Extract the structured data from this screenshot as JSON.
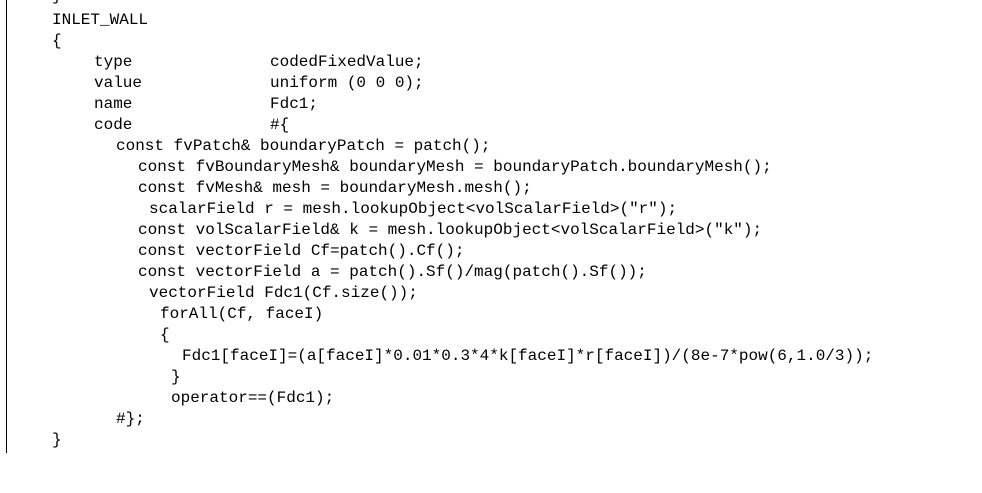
{
  "lines": [
    {
      "id": "l0",
      "text": "}"
    },
    {
      "id": "l1",
      "text": "INLET_WALL"
    },
    {
      "id": "l2",
      "text": "{"
    },
    {
      "id": "l3",
      "key": "type",
      "value": "codedFixedValue;"
    },
    {
      "id": "l4",
      "key": "value",
      "value": "uniform (0 0 0);"
    },
    {
      "id": "l5",
      "key": "name",
      "value": "Fdc1;"
    },
    {
      "id": "l6",
      "key": "code",
      "value": "#{"
    },
    {
      "id": "l7",
      "text": "const fvPatch& boundaryPatch = patch();"
    },
    {
      "id": "l8",
      "text": "const fvBoundaryMesh& boundaryMesh = boundaryPatch.boundaryMesh();"
    },
    {
      "id": "l9",
      "text": "const fvMesh& mesh = boundaryMesh.mesh();"
    },
    {
      "id": "l10",
      "text": "scalarField r = mesh.lookupObject<volScalarField>(\"r\");"
    },
    {
      "id": "l11",
      "text": "const volScalarField& k = mesh.lookupObject<volScalarField>(\"k\");"
    },
    {
      "id": "l12",
      "text": "const vectorField Cf=patch().Cf();"
    },
    {
      "id": "l13",
      "text": "const vectorField a = patch().Sf()/mag(patch().Sf());"
    },
    {
      "id": "l14",
      "text": "vectorField Fdc1(Cf.size());"
    },
    {
      "id": "l15",
      "text": "forAll(Cf, faceI)"
    },
    {
      "id": "l16",
      "text": "{"
    },
    {
      "id": "l17",
      "text": "Fdc1[faceI]=(a[faceI]*0.01*0.3*4*k[faceI]*r[faceI])/(8e-7*pow(6,1.0/3));"
    },
    {
      "id": "l18",
      "text": "}"
    },
    {
      "id": "l19",
      "text": "operator==(Fdc1);"
    },
    {
      "id": "l20",
      "text": "#};"
    },
    {
      "id": "l21",
      "text": "}"
    }
  ]
}
